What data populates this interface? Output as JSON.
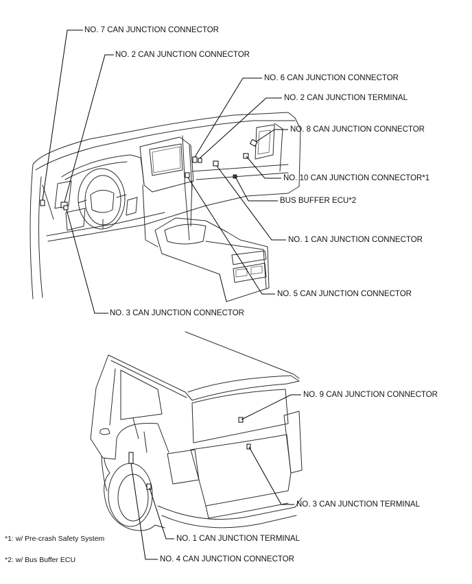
{
  "labels": {
    "no7_can_junction_connector": "NO. 7 CAN JUNCTION CONNECTOR",
    "no2_can_junction_connector": "NO. 2 CAN JUNCTION CONNECTOR",
    "no6_can_junction_connector": "NO. 6 CAN JUNCTION CONNECTOR",
    "no2_can_junction_terminal": "NO. 2 CAN JUNCTION TERMINAL",
    "no8_can_junction_connector": "NO. 8 CAN JUNCTION CONNECTOR",
    "no10_can_junction_connector": "NO. 10 CAN JUNCTION CONNECTOR*1",
    "bus_buffer_ecu": "BUS BUFFER ECU*2",
    "no1_can_junction_connector": "NO. 1 CAN JUNCTION CONNECTOR",
    "no5_can_junction_connector": "NO. 5 CAN JUNCTION CONNECTOR",
    "no3_can_junction_connector": "NO. 3 CAN JUNCTION CONNECTOR",
    "no9_can_junction_connector": "NO. 9 CAN JUNCTION CONNECTOR",
    "no3_can_junction_terminal": "NO. 3 CAN JUNCTION TERMINAL",
    "no1_can_junction_terminal": "NO. 1 CAN JUNCTION TERMINAL",
    "no4_can_junction_connector": "NO. 4 CAN JUNCTION CONNECTOR"
  },
  "footnotes": {
    "note1": "*1: w/ Pre-crash Safety System",
    "note2": "*2: w/ Bus Buffer ECU"
  }
}
